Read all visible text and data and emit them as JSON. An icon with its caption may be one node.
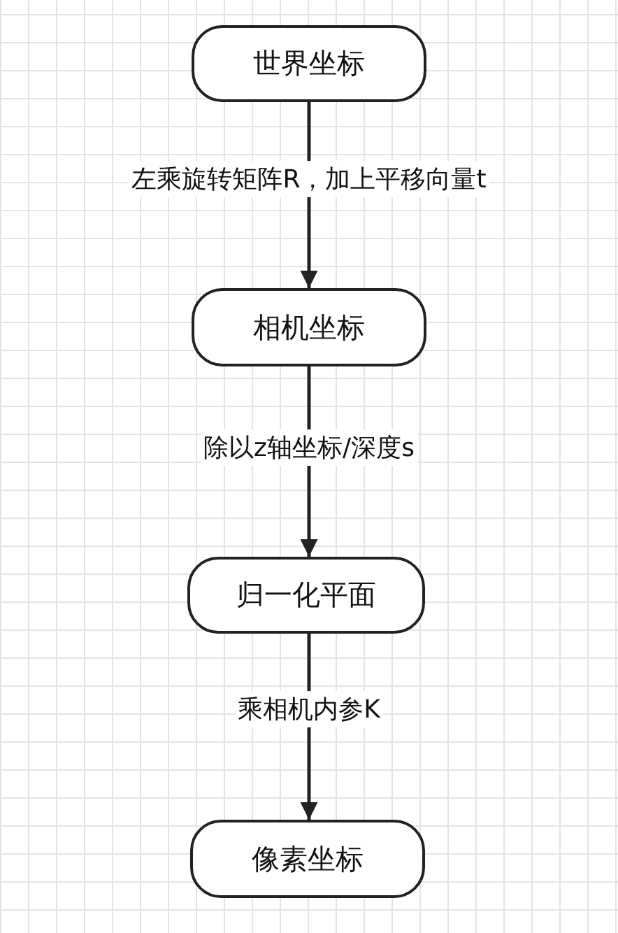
{
  "diagram": {
    "nodes": [
      {
        "text": [
          "世界坐标"
        ]
      },
      {
        "text": [
          "相机坐标"
        ]
      },
      {
        "text": [
          "归一化平面"
        ]
      },
      {
        "text": [
          "像素坐标"
        ]
      }
    ],
    "edges": [
      {
        "from": 0,
        "to": 1,
        "arrow": "to",
        "label": "左乘旋转矩阵R，加上平移向量t"
      },
      {
        "from": 1,
        "to": 2,
        "arrow": "to",
        "label": "除以z轴坐标/深度s"
      },
      {
        "from": 2,
        "to": 3,
        "arrow": "to",
        "label": "乘相机内参K"
      }
    ]
  }
}
